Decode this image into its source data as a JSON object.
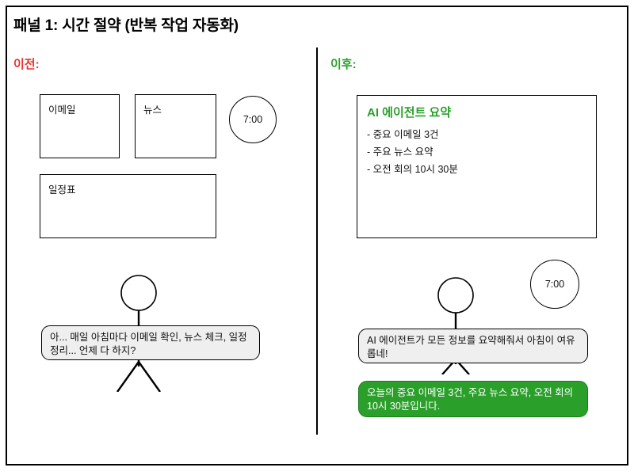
{
  "panel": {
    "title": "패널 1: 시간 절약 (반복 작업 자동화)"
  },
  "before": {
    "label": "이전:",
    "boxes": [
      {
        "name": "email",
        "label": "이메일"
      },
      {
        "name": "news",
        "label": "뉴스"
      },
      {
        "name": "schedule",
        "label": "일정표"
      }
    ],
    "clock": "7:00",
    "speech": "아... 매일 아침마다 이메일 확인, 뉴스 체크, 일정 정리... 언제 다 하지?"
  },
  "after": {
    "label": "이후:",
    "clock": "7:00",
    "summary_card": {
      "title": "AI 에이전트 요약",
      "items": [
        "- 중요 이메일 3건",
        "- 주요 뉴스 요약",
        "- 오전 회의 10시 30분"
      ]
    },
    "speech_user": "AI 에이전트가 모든 정보를 요약해줘서 아침이 여유롭네!",
    "speech_agent": "오늘의 중요 이메일 3건, 주요 뉴스 요약, 오전 회의 10시 30분입니다."
  },
  "colors": {
    "before_accent": "#e8312c",
    "after_accent": "#2aa02a",
    "agent_bubble": "#2aa02a",
    "user_bubble": "#efefef",
    "stroke": "#000000"
  }
}
